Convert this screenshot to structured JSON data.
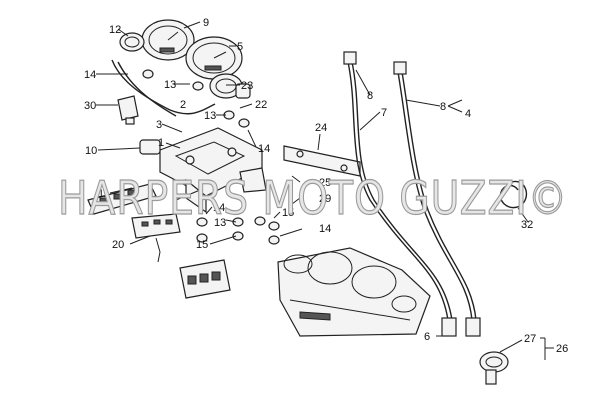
{
  "watermark": "HARPERS MOTO GUZZI©",
  "callouts": {
    "c12": "12",
    "c9": "9",
    "c5": "5",
    "c14a": "14",
    "c13a": "13",
    "c30": "30",
    "c2": "2",
    "c23": "23",
    "c22": "22",
    "c3": "3",
    "c1": "1",
    "c13b": "13",
    "c14b": "14",
    "c10": "10",
    "c24": "24",
    "c8a": "8",
    "c7": "7",
    "c8b": "8",
    "c4": "4",
    "c25": "25",
    "c29": "29",
    "c11": "11",
    "c14c": "14",
    "c13c": "13",
    "c15a": "15",
    "c14d": "14",
    "c20": "20",
    "c15b": "15",
    "c32": "32",
    "c6": "6",
    "c27": "27",
    "c26": "26"
  }
}
